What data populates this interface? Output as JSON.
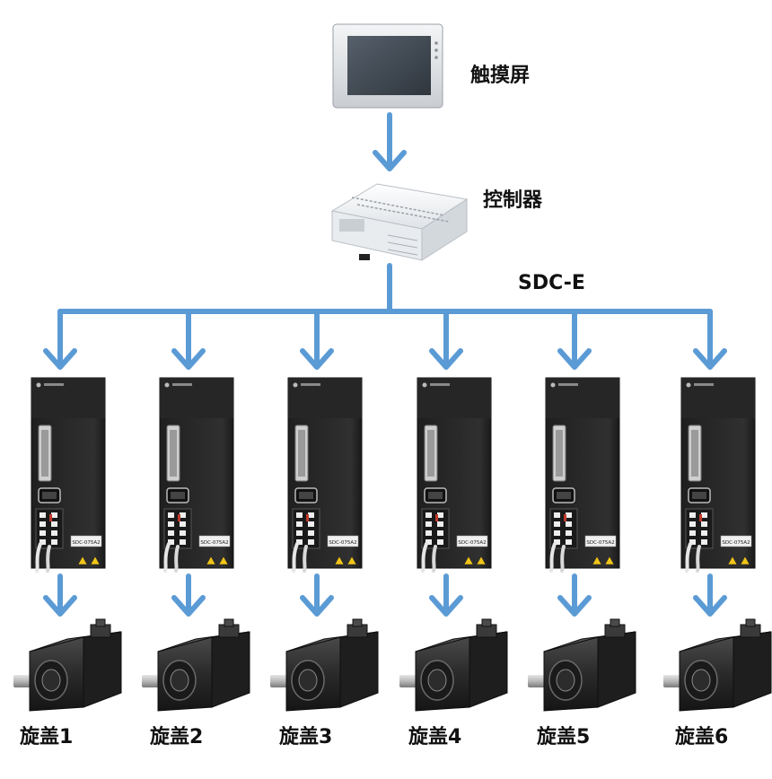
{
  "diagram": {
    "hmi": {
      "label": "触摸屏"
    },
    "controller": {
      "label": "控制器"
    },
    "bus": {
      "label": "SDC-E"
    },
    "drive_model": "SDC-075A2",
    "drive_brand": "",
    "motors": [
      {
        "label": "旋盖1"
      },
      {
        "label": "旋盖2"
      },
      {
        "label": "旋盖3"
      },
      {
        "label": "旋盖4"
      },
      {
        "label": "旋盖5"
      },
      {
        "label": "旋盖6"
      }
    ],
    "colors": {
      "connector": "#5b9bd5",
      "drive_body": "#2b2b2b",
      "motor_body": "#2a2a2a",
      "hmi_screen": "#404a55",
      "controller_body": "#f2f4f6"
    }
  }
}
